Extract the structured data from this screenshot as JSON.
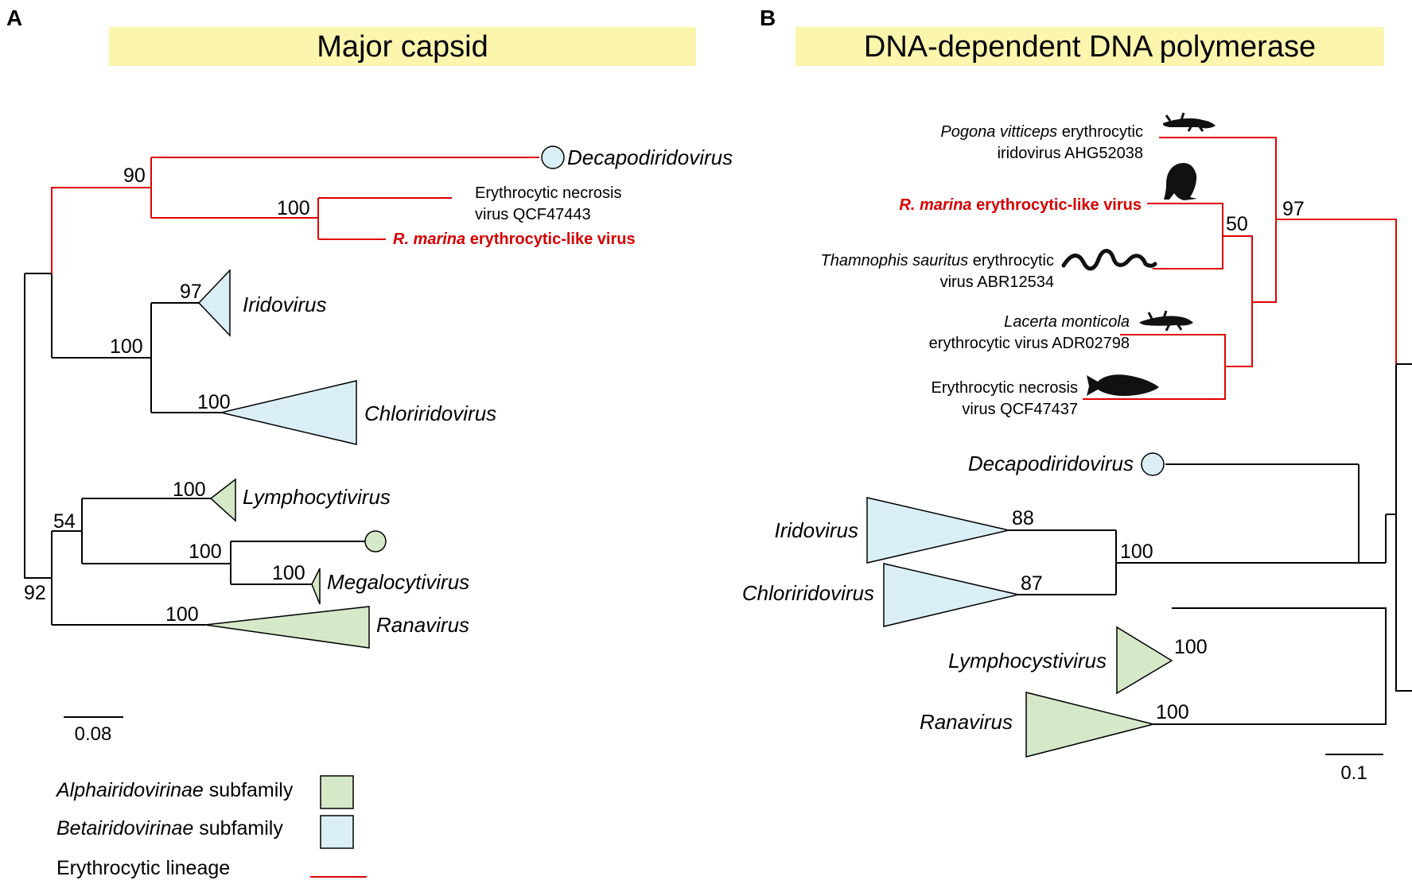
{
  "panel_a": {
    "letter": "A",
    "title": "Major capsid",
    "taxa": {
      "decapodiridovirus": "Decapodiridovirus",
      "iridovirus": "Iridovirus",
      "chloriridovirus": "Chloriridovirus",
      "lymphocytivirus": "Lymphocytivirus",
      "megalocytivirus": "Megalocytivirus",
      "ranavirus": "Ranavirus"
    },
    "leaves": {
      "env_line1": "Erythrocytic necrosis",
      "env_line2": "virus QCF47443",
      "rmarina_italic": "R. marina",
      "rmarina_rest": " erythrocytic-like virus"
    },
    "support": {
      "erythro_clade": "90",
      "env_rmarina": "100",
      "iridovirus": "97",
      "beta_clade": "100",
      "chloriridovirus": "100",
      "lymphocytivirus": "100",
      "alpha_inner": "54",
      "megalocytivirus_node": "100",
      "megalocytivirus": "100",
      "ranavirus": "100",
      "root_lower": "92"
    },
    "scale_bar": "0.08"
  },
  "panel_b": {
    "letter": "B",
    "title": "DNA-dependent DNA polymerase",
    "leaves": {
      "pogona_italic": "Pogona vitticeps",
      "pogona_rest": " erythrocytic",
      "pogona_line2": "iridovirus AHG52038",
      "rmarina_italic": "R. marina",
      "rmarina_rest": " erythrocytic-like virus",
      "thamnophis_italic": "Thamnophis sauritus",
      "thamnophis_rest": " erythrocytic",
      "thamnophis_line2": "virus ABR12534",
      "lacerta_italic": "Lacerta monticola",
      "lacerta_line2": "erythrocytic virus ADR02798",
      "env_line1": "Erythrocytic necrosis",
      "env_line2": "virus QCF47437"
    },
    "taxa": {
      "decapodiridovirus": "Decapodiridovirus",
      "iridovirus": "Iridovirus",
      "chloriridovirus": "Chloriridovirus",
      "lymphocystivirus": "Lymphocystivirus",
      "ranavirus": "Ranavirus"
    },
    "support": {
      "erythro_clade": "97",
      "rmarina_thamnophis": "50",
      "iridovirus": "88",
      "chloriridovirus": "87",
      "irido_chlori": "100",
      "lymphocystivirus": "100",
      "ranavirus": "100"
    },
    "scale_bar": "0.1"
  },
  "legend": {
    "alpha_italic": "Alphairidovirinae",
    "alpha_rest": " subfamily",
    "beta_italic": "Betairidovirinae",
    "beta_rest": " subfamily",
    "erythro": "Erythrocytic lineage"
  },
  "colors": {
    "title_band": "#fbf5ae",
    "alpha_fill": "#d5e8c8",
    "beta_fill": "#d9eff5",
    "erythro_branch": "#e00000",
    "highlight_text": "#d40000"
  },
  "icons": {
    "pogona": "lizard-silhouette-icon",
    "rmarina": "toad-silhouette-icon",
    "thamnophis": "snake-silhouette-icon",
    "lacerta": "lizard-silhouette-icon",
    "env": "fish-silhouette-icon"
  }
}
